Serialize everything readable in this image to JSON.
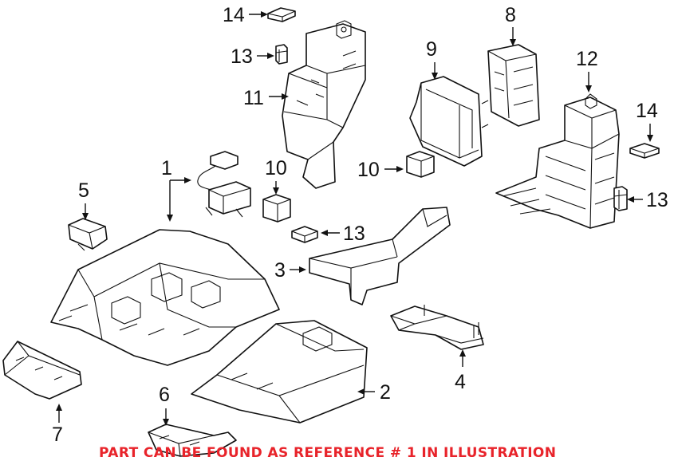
{
  "diagram": {
    "footer_note": "PART CAN BE FOUND AS REFERENCE # 1 IN ILLUSTRATION",
    "footer_color": "#e8232a",
    "line_color": "#111111",
    "callouts": {
      "c1": "1",
      "c2": "2",
      "c3": "3",
      "c4": "4",
      "c5": "5",
      "c6": "6",
      "c7": "7",
      "c8": "8",
      "c9": "9",
      "c10a": "10",
      "c10b": "10",
      "c11": "11",
      "c12": "12",
      "c13a": "13",
      "c13b": "13",
      "c13c": "13",
      "c14a": "14",
      "c14b": "14"
    }
  }
}
